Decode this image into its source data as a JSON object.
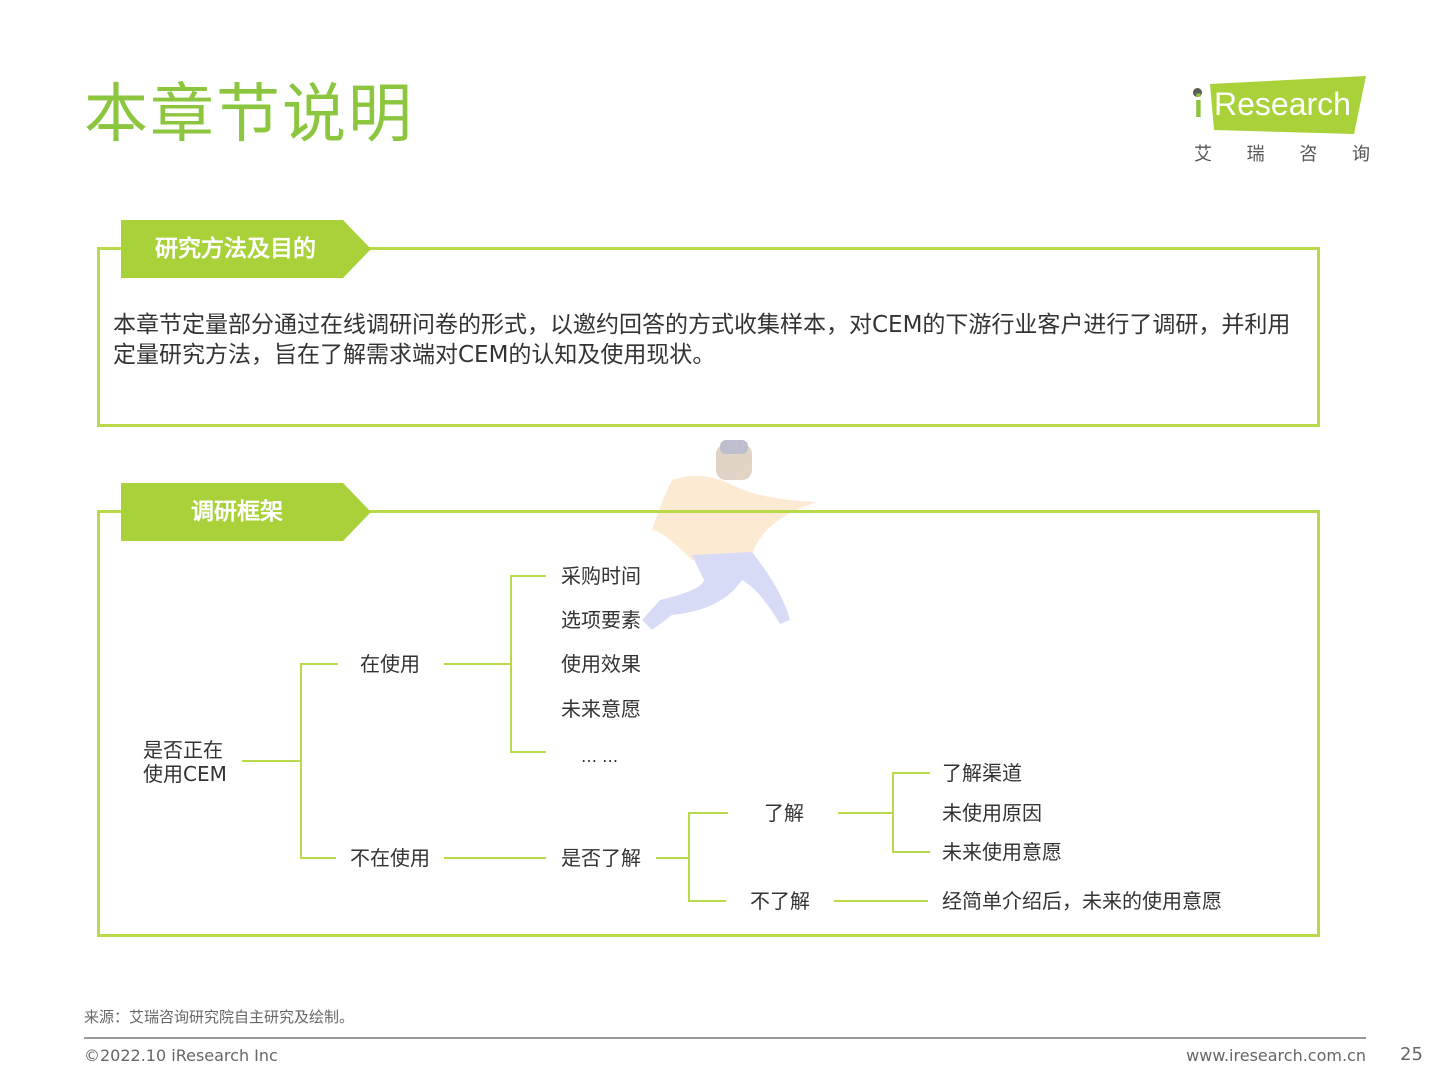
{
  "title": "本章节说明",
  "logo": {
    "brand_i": "i",
    "brand_text": "Research",
    "sub_chars": [
      "艾",
      "瑞",
      "咨",
      "询"
    ]
  },
  "section1": {
    "tag": "研究方法及目的",
    "text": "本章节定量部分通过在线调研问卷的形式，以邀约回答的方式收集样本，对CEM的下游行业客户进行了调研，并利用定量研究方法，旨在了解需求端对CEM的认知及使用现状。"
  },
  "section2": {
    "tag": "调研框架",
    "tree": {
      "root": "是否正在\n使用CEM",
      "using": "在使用",
      "using_items": [
        "采购时间",
        "选项要素",
        "使用效果",
        "未来意愿",
        "… …"
      ],
      "not_using": "不在使用",
      "know_q": "是否了解",
      "know": "了解",
      "know_items": [
        "了解渠道",
        "未使用原因",
        "未来使用意愿"
      ],
      "not_know": "不了解",
      "not_know_item": "经简单介绍后，未来的使用意愿"
    }
  },
  "colors": {
    "accent": "#8cc63e",
    "border": "#b8d94a",
    "tag_fill": "#a8d13a"
  },
  "footer": {
    "source": "来源：艾瑞咨询研究院自主研究及绘制。",
    "copyright": "©2022.10 iResearch Inc",
    "website": "www.iresearch.com.cn",
    "page": "25"
  }
}
